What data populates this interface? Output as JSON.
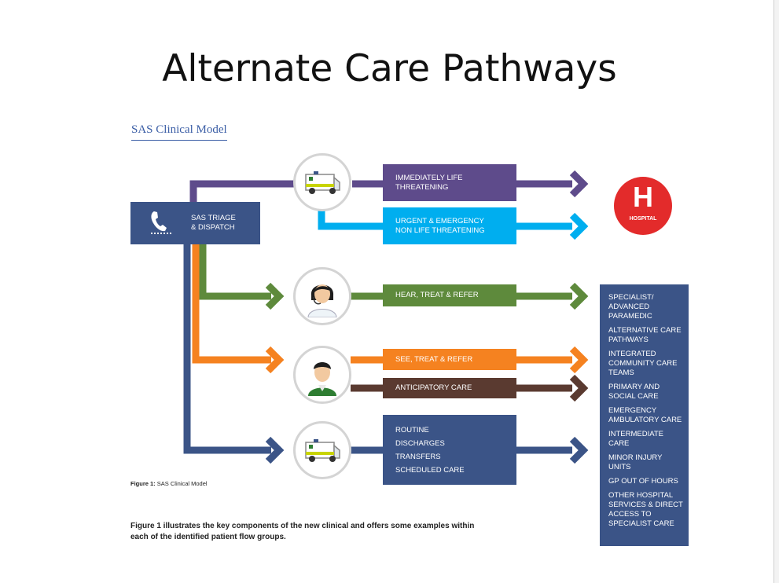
{
  "slide_title": "Alternate Care Pathways",
  "model_title": "SAS Clinical Model",
  "triage": {
    "line1": "SAS TRIAGE",
    "line2": "& DISPATCH"
  },
  "pathways": {
    "immediate": [
      "IMMEDIATELY LIFE",
      "THREATENING"
    ],
    "urgent": [
      "URGENT & EMERGENCY",
      "NON LIFE THREATENING"
    ],
    "hear": "HEAR, TREAT & REFER",
    "see": "SEE, TREAT & REFER",
    "anticipatory": "ANTICIPATORY CARE",
    "routine": [
      "ROUTINE",
      "DISCHARGES",
      "TRANSFERS",
      "SCHEDULED CARE"
    ]
  },
  "hospital": {
    "letter": "H",
    "label": "HOSPITAL"
  },
  "destinations": [
    "SPECIALIST/ ADVANCED PARAMEDIC",
    "ALTERNATIVE CARE PATHWAYS",
    "INTEGRATED COMMUNITY CARE TEAMS",
    "PRIMARY AND SOCIAL CARE",
    "EMERGENCY AMBULATORY CARE",
    "INTERMEDIATE CARE",
    "MINOR INJURY UNITS",
    "GP OUT OF HOURS",
    "OTHER HOSPITAL SERVICES & DIRECT ACCESS TO SPECIALIST CARE"
  ],
  "figure_caption": {
    "label": "Figure 1:",
    "text": "SAS Clinical Model"
  },
  "figure_description": "Figure 1 illustrates the key components of the new clinical and offers some examples within each of the identified patient flow groups.",
  "colors": {
    "purple": "#5e4b8b",
    "cyan": "#00aeef",
    "green": "#5e8a3c",
    "orange": "#f58220",
    "brown": "#5a3a30",
    "navy": "#3b5487",
    "red": "#e32b2b"
  }
}
